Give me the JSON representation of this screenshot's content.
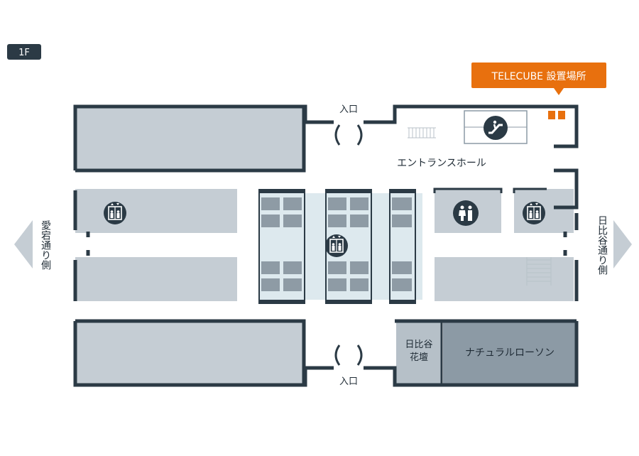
{
  "floor_badge": "1F",
  "callout": {
    "label": "TELECUBE 設置場所",
    "color": "#e8700e"
  },
  "labels": {
    "entrance_top": "入口",
    "entrance_bottom": "入口",
    "entrance_hall": "エントランスホール",
    "west_street": "愛宕通り側",
    "east_street": "日比谷通り側",
    "flower_shop": [
      "日比谷",
      "花壇"
    ],
    "store": "ナチュラルローソン"
  },
  "icons": {
    "escalator": "escalator-icon",
    "elevator": "elevator-icon",
    "restroom": "restroom-icon"
  },
  "colors": {
    "wall": "#2b3a45",
    "room": "#c5cdd4",
    "hall": "#dde9ee",
    "store_dark": "#8c9aa5",
    "floor_badge_bg": "#2b3a45",
    "arrow": "#c5cdd4"
  }
}
